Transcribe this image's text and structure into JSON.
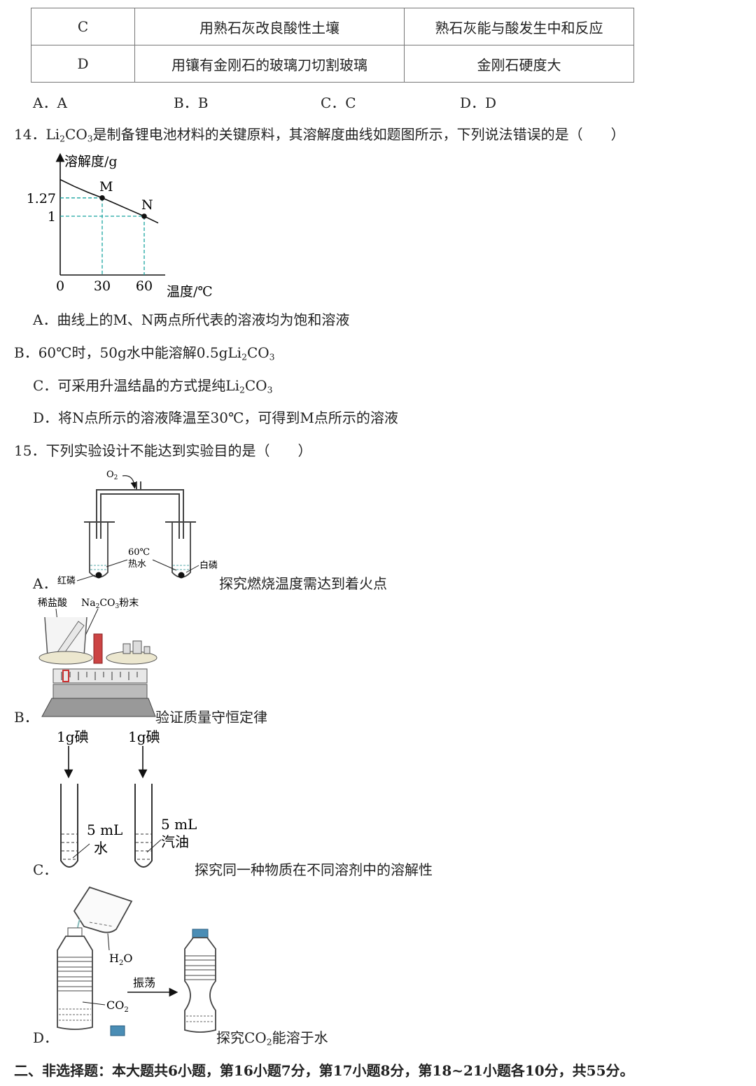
{
  "q13": {
    "rows": [
      {
        "key": "C",
        "use": "用熟石灰改良酸性土壤",
        "reason": "熟石灰能与酸发生中和反应"
      },
      {
        "key": "D",
        "use": "用镶有金刚石的玻璃刀切割玻璃",
        "reason": "金刚石硬度大"
      }
    ],
    "options": [
      "A．A",
      "B．B",
      "C．C",
      "D．D"
    ]
  },
  "q14": {
    "num": "14．",
    "stem_pre": "Li",
    "stem_sub1": "2",
    "stem_mid": "CO",
    "stem_sub2": "3",
    "stem_post": "是制备锂电池材料的关键原料，其溶解度曲线如题图所示，下列说法错误的是（　　）",
    "chart_data": {
      "type": "line",
      "ylabel": "溶解度/g",
      "xlabel": "温度/℃",
      "x_ticks": [
        "0",
        "30",
        "60"
      ],
      "y_ticks": [
        "1.27",
        "1"
      ],
      "points": [
        {
          "label": "M",
          "x": 30,
          "y": 1.27
        },
        {
          "label": "N",
          "x": 60,
          "y": 1
        }
      ],
      "curve": [
        {
          "x": 0,
          "y": 1.54
        },
        {
          "x": 10,
          "y": 1.44
        },
        {
          "x": 20,
          "y": 1.35
        },
        {
          "x": 30,
          "y": 1.27
        },
        {
          "x": 40,
          "y": 1.18
        },
        {
          "x": 50,
          "y": 1.09
        },
        {
          "x": 60,
          "y": 1.0
        },
        {
          "x": 70,
          "y": 0.9
        }
      ]
    },
    "opt_a": "A．曲线上的M、N两点所代表的溶液均为饱和溶液",
    "opt_b_pre": "B．60℃时，50g水中能溶解0.5gLi",
    "opt_b_sub1": "2",
    "opt_b_mid": "CO",
    "opt_b_sub2": "3",
    "opt_c_pre": "C．可采用升温结晶的方式提纯Li",
    "opt_c_sub1": "2",
    "opt_c_mid": "CO",
    "opt_c_sub2": "3",
    "opt_d": "D．将N点所示的溶液降温至30℃，可得到M点所示的溶液"
  },
  "q15": {
    "stem": "15．下列实验设计不能达到实验目的是（　　）",
    "a": {
      "letter": "A．",
      "lbl_o2": "O",
      "lbl_o2_sub": "2",
      "lbl_temp": "60℃",
      "lbl_water": "热水",
      "lbl_red": "红磷",
      "lbl_white": "白磷",
      "caption": "探究燃烧温度需达到着火点"
    },
    "b": {
      "letter": "B．",
      "lbl_acid": "稀盐酸",
      "lbl_na": "Na",
      "lbl_na_sub": "2",
      "lbl_co": "CO",
      "lbl_co_sub": "3",
      "lbl_powder": "粉末",
      "caption": "验证质量守恒定律"
    },
    "c": {
      "letter": "C．",
      "lbl_iodine1": "1g碘",
      "lbl_iodine2": "1g碘",
      "lbl_ml1": "5 mL",
      "lbl_water": "水",
      "lbl_ml2": "5 mL",
      "lbl_gas": "汽油",
      "caption": "探究同一种物质在不同溶剂中的溶解性"
    },
    "d": {
      "letter": "D．",
      "lbl_h": "H",
      "lbl_h_sub": "2",
      "lbl_o": "O",
      "lbl_shake": "振荡",
      "lbl_co2": "CO",
      "lbl_co2_sub": "2",
      "cap_pre": "探究CO",
      "cap_sub": "2",
      "cap_post": "能溶于水"
    }
  },
  "section2": "二、非选择题：本大题共6小题，第16小题7分，第17小题8分，第18~21小题各10分，共55分。"
}
